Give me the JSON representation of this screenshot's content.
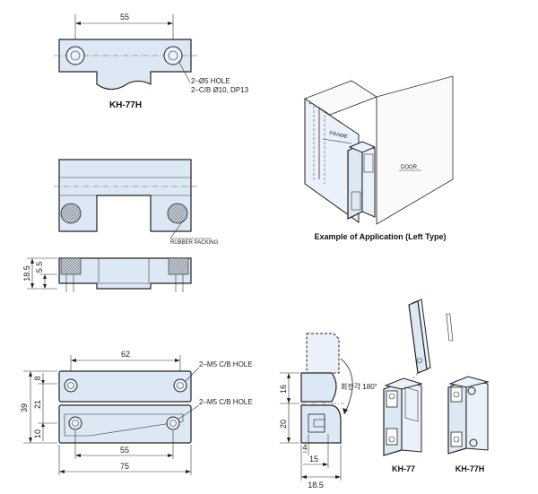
{
  "views": {
    "top": {
      "dim_width": "55",
      "note_hole": "2–Ø5 HOLE",
      "note_cb": "2–C/B Ø10, DP13",
      "caption": "KH-77H"
    },
    "mid": {
      "note_packing": "RUBBER PACKING"
    },
    "side": {
      "dim_total": "18.5",
      "dim_lower": "5.5"
    },
    "front": {
      "dim_top": "62",
      "dim_bottom": "55",
      "dim_overall": "75",
      "dim_height": "39",
      "dim_seg1": "8",
      "dim_seg2": "21",
      "dim_seg3": "10",
      "note_hole_upper": "2–M5 C/B HOLE",
      "note_hole_lower": "2–M5 C/B HOLE"
    }
  },
  "application": {
    "label_frame": "FRAME",
    "label_door": "DOOR",
    "caption": "Example of Application (Left Type)"
  },
  "rotation": {
    "dim_upper": "16",
    "dim_lower": "20",
    "dim_a": "4",
    "dim_b": "15",
    "dim_c": "18.5",
    "angle_label": "회전각 180°"
  },
  "products": {
    "left_caption": "KH-77",
    "right_caption": "KH-77H"
  }
}
